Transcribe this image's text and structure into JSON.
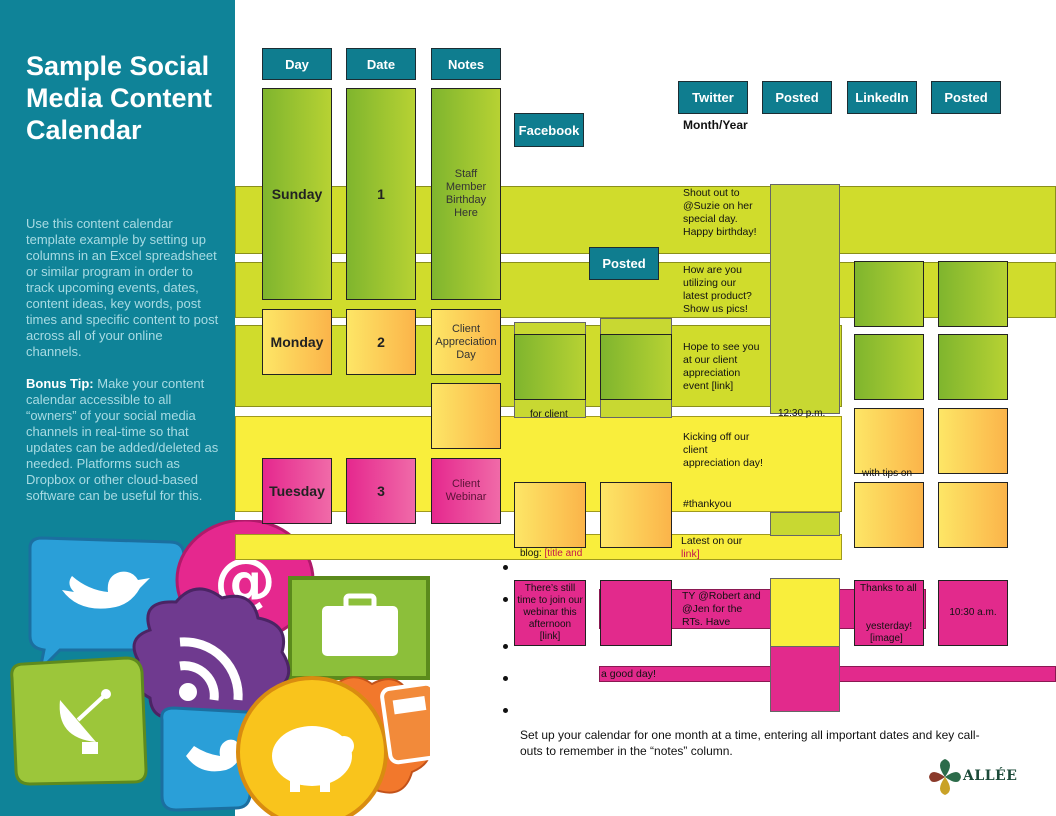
{
  "panel": {
    "title": "Sample Social Media Content Calendar",
    "paragraph1": "Use this content calendar template example by setting up columns in an Excel spreadsheet or similar program in order to track upcoming events, dates, content ideas, key words, post times and specific content to post across all of your online channels.",
    "bonus_label": "Bonus Tip:",
    "bonus_text": " Make your content calendar accessible to all “owners” of your social media channels in real-time so that updates can be added/deleted as needed. Platforms such as Dropbox or other cloud-based software can be useful for this."
  },
  "headers": {
    "day": "Day",
    "date": "Date",
    "notes": "Notes",
    "facebook": "Facebook",
    "posted_fb": "Posted",
    "twitter": "Twitter",
    "posted_tw": "Posted",
    "linkedin": "LinkedIn",
    "posted_li": "Posted",
    "month_year": "Month/Year"
  },
  "rows": {
    "sunday": {
      "day": "Sunday",
      "date": "1",
      "note": "Staff Member Birthday Here"
    },
    "monday": {
      "day": "Monday",
      "date": "2",
      "note": "Client Appreciation Day"
    },
    "tuesday": {
      "day": "Tuesday",
      "date": "3",
      "note": "Client Webinar"
    }
  },
  "twitter_posts": {
    "p1": "Shout out to @Suzie on her special day. Happy birthday!",
    "p2": "How are you utilizing our latest product? Show us pics!",
    "p3": "Hope to see you at our client appreciation event [link]",
    "p4": "Kicking off our client appreciation day!",
    "p4_tag": "#thankyou",
    "p5": "Latest on our",
    "p5_link": "link]",
    "p6": "TY @Robert and @Jen for the RTs. Have",
    "p6_end": "a good day!"
  },
  "facebook_posts": {
    "f1": "for client",
    "f2_prefix": "blog: ",
    "f2_link": "[title and",
    "f3": "There’s still time to join our webinar this afternoon",
    "f3_link": "[link]"
  },
  "times": {
    "t1": "12:30 p.m.",
    "t2": "10:30 a.m."
  },
  "linkedin_posts": {
    "l1": "with tips on",
    "l2": "Thanks to all",
    "l2_end": "yesterday!",
    "l2_link": "[image]"
  },
  "footer": "Set up your calendar for one month at a time, entering all important dates and key call-outs to remember in the “notes” column.",
  "logo": {
    "text": "ALLÉE"
  },
  "colors": {
    "panel": "#0f8398",
    "header": "#0f7d8f",
    "lime": "#d0dc2c",
    "yellow": "#f9ee3c",
    "pink": "#e22a8c",
    "link": "#c4144e"
  },
  "icons": [
    "twitter-bird-icon",
    "at-sign-icon",
    "briefcase-icon",
    "rss-icon",
    "satellite-dish-icon",
    "bird-icon",
    "piggy-bank-icon",
    "calculator-phone-icon"
  ]
}
